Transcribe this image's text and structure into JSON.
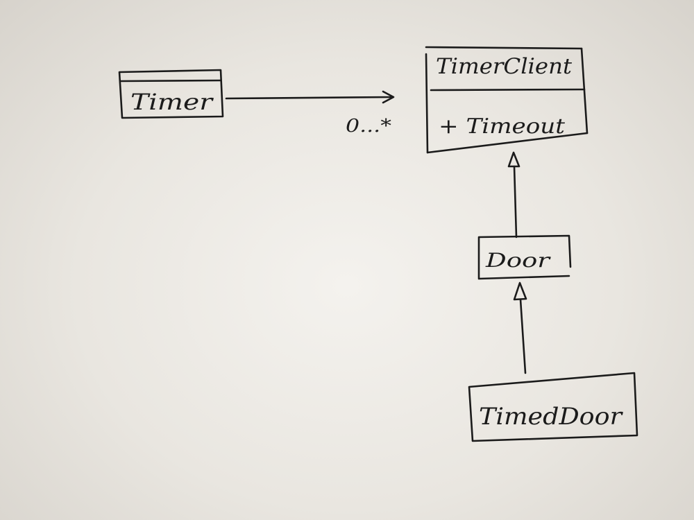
{
  "diagram": {
    "timer": {
      "name": "Timer"
    },
    "timer_client": {
      "name": "TimerClient",
      "operation": "+ Timeout"
    },
    "door": {
      "name": "Door"
    },
    "timed_door": {
      "name": "TimedDoor"
    },
    "association": {
      "multiplicity": "0...*"
    }
  },
  "colors": {
    "ink": "#1b1b1b",
    "paper": "#efece7"
  }
}
